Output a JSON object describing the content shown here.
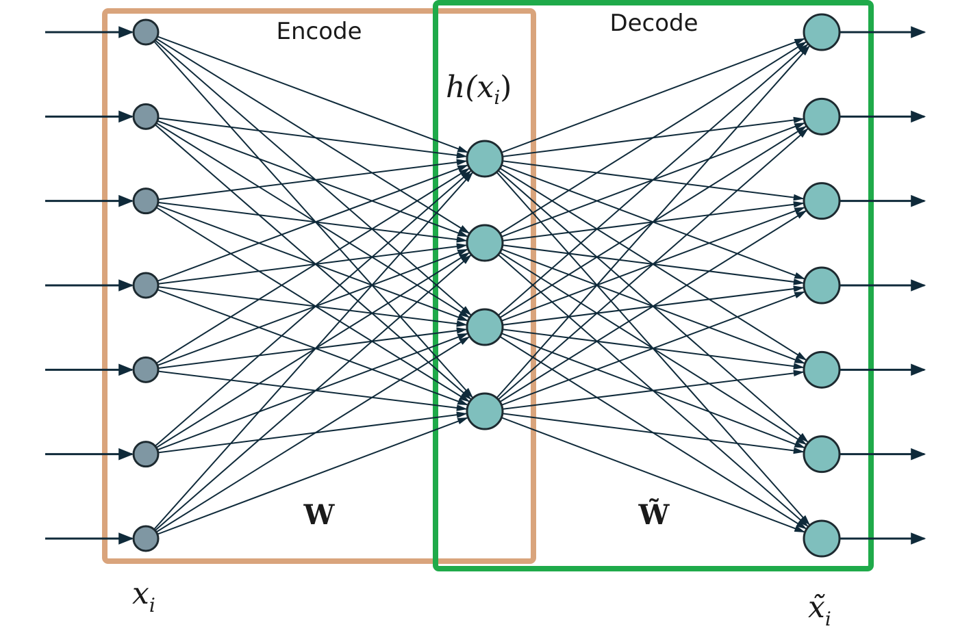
{
  "labels": {
    "encode": "Encode",
    "decode": "Decode",
    "hidden": "h(x",
    "hidden_sub": "i",
    "hidden_close": ")",
    "input_var": "x",
    "input_sub": "i",
    "output_var": "x̃",
    "output_sub": "i",
    "encoder_weights": "W",
    "decoder_weights": "W̃"
  },
  "network": {
    "input_nodes": 7,
    "hidden_nodes": 4,
    "output_nodes": 7,
    "fully_connected": true
  },
  "colors": {
    "encoder_box": "#d9a47c",
    "decoder_box": "#1faa4a",
    "input_node_fill": "#7f97a3",
    "hidden_node_fill": "#7fbfbd",
    "output_node_fill": "#7fbfbd",
    "node_stroke": "#1d2a30",
    "edge": "#0f2a3a"
  }
}
